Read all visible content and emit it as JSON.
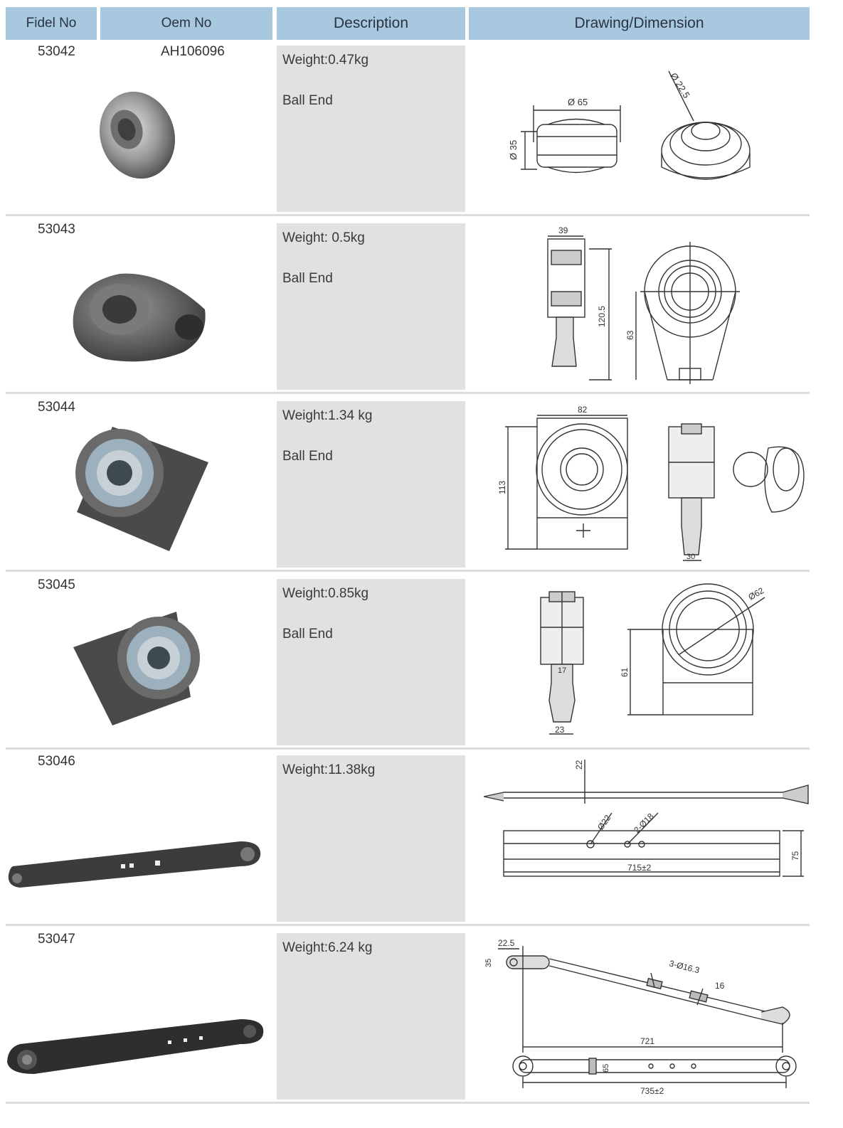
{
  "header": {
    "fidel_no": "Fidel No",
    "oem_no": "Oem No",
    "description": "Description",
    "drawing": "Drawing/Dimension"
  },
  "rows": [
    {
      "fidel_no": "53042",
      "oem_no": "AH106096",
      "weight": "Weight:0.47kg",
      "type": "Ball End",
      "dims": [
        "Ø 65",
        "Ø 35",
        "Ø 22.5"
      ]
    },
    {
      "fidel_no": "53043",
      "oem_no": "",
      "weight": "Weight: 0.5kg",
      "type": "Ball End",
      "dims": [
        "39",
        "120.5",
        "63"
      ]
    },
    {
      "fidel_no": "53044",
      "oem_no": "",
      "weight": "Weight:1.34 kg",
      "type": "Ball End",
      "dims": [
        "82",
        "113",
        "30"
      ]
    },
    {
      "fidel_no": "53045",
      "oem_no": "",
      "weight": "Weight:0.85kg",
      "type": "Ball End",
      "dims": [
        "Ø62",
        "61",
        "23",
        "17"
      ]
    },
    {
      "fidel_no": "53046",
      "oem_no": "",
      "weight": "Weight:11.38kg",
      "type": "",
      "dims": [
        "22",
        "Ø22",
        "2-Ø18",
        "75",
        "715±2"
      ]
    },
    {
      "fidel_no": "53047",
      "oem_no": "",
      "weight": "Weight:6.24 kg",
      "type": "",
      "dims": [
        "22.5",
        "35",
        "3-Ø16.3",
        "16",
        "721",
        "65",
        "735±2"
      ]
    }
  ]
}
